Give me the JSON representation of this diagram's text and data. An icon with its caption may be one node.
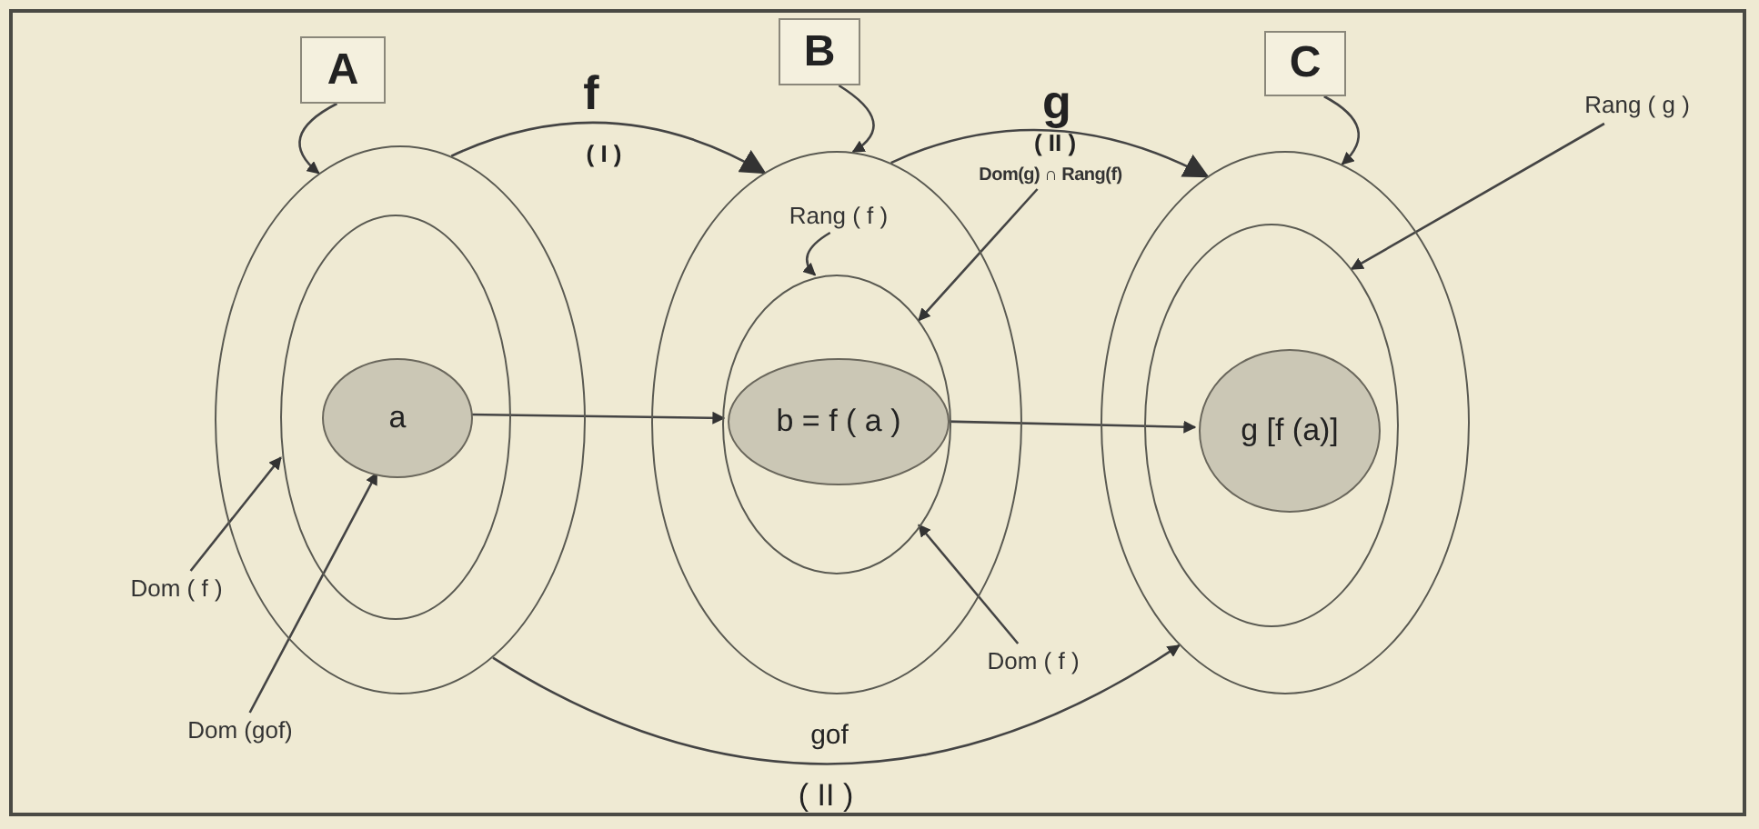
{
  "diagram": {
    "nodes": [
      {
        "text": [
          "A"
        ]
      },
      {
        "text": [
          "B"
        ]
      },
      {
        "text": [
          "C"
        ]
      },
      {
        "text": [],
        "shape": "ellipse"
      },
      {
        "text": [],
        "shape": "ellipse",
        "in": 3
      },
      {
        "text": [
          "a"
        ],
        "in": 4
      },
      {
        "text": [],
        "shape": "ellipse"
      },
      {
        "text": [],
        "shape": "ellipse",
        "in": 6
      },
      {
        "text": [
          "b = f ( a )"
        ],
        "in": 7
      },
      {
        "text": [],
        "shape": "ellipse"
      },
      {
        "text": [],
        "shape": "ellipse",
        "in": 9
      },
      {
        "text": [
          "g [f (a)]"
        ],
        "in": 10
      },
      {
        "text": [
          "Rang ( f )"
        ],
        "in": 6
      },
      {
        "text": [
          "Dom(g) ∩ Rang(f)"
        ]
      },
      {
        "text": [
          "Rang ( g )"
        ]
      },
      {
        "text": [
          "Dom ( f )"
        ]
      },
      {
        "text": [
          "Dom (gof)"
        ]
      },
      {
        "text": [
          "Dom ( f )"
        ]
      }
    ],
    "edges": [
      {
        "from": 0,
        "to": 3,
        "arrow": "to"
      },
      {
        "from": 1,
        "to": 6,
        "arrow": "to"
      },
      {
        "from": 2,
        "to": 9,
        "arrow": "to"
      },
      {
        "from": 3,
        "to": 6,
        "arrow": "to",
        "label": "f"
      },
      {
        "from": 6,
        "to": 9,
        "arrow": "to",
        "label": "g"
      },
      {
        "from": 5,
        "to": 8,
        "arrow": "to"
      },
      {
        "from": 8,
        "to": 11,
        "arrow": "to"
      },
      {
        "from": 3,
        "to": 9,
        "arrow": "to",
        "label": "gof"
      },
      {
        "from": 12,
        "to": 7,
        "arrow": "to"
      },
      {
        "from": 13,
        "to": 7,
        "arrow": "to"
      },
      {
        "from": 14,
        "to": 10,
        "arrow": "to"
      },
      {
        "from": 15,
        "to": 4,
        "arrow": "to"
      },
      {
        "from": 16,
        "to": 5,
        "arrow": "to"
      },
      {
        "from": 17,
        "to": 7,
        "arrow": "to"
      }
    ],
    "labels": [
      "( I )",
      "( II )",
      "( II )"
    ]
  }
}
